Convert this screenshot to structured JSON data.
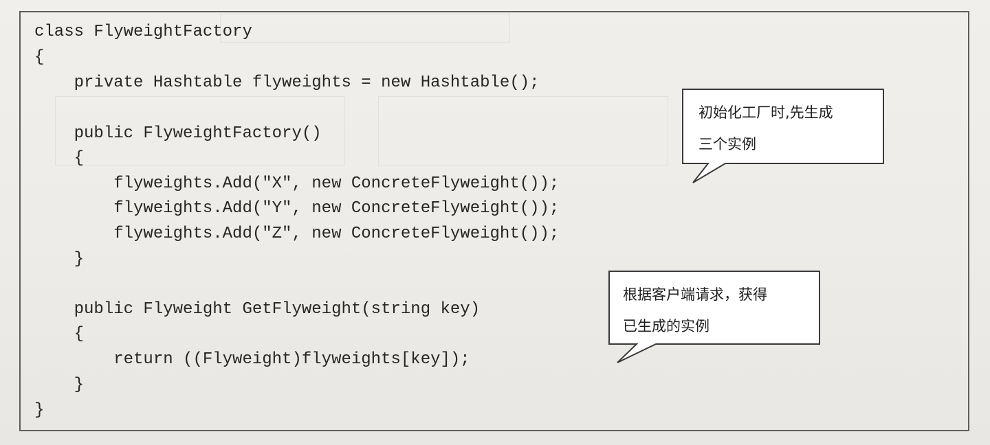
{
  "code": {
    "lines": [
      "class FlyweightFactory",
      "{",
      "    private Hashtable flyweights = new Hashtable();",
      "",
      "    public FlyweightFactory()",
      "    {",
      "        flyweights.Add(\"X\", new ConcreteFlyweight());",
      "        flyweights.Add(\"Y\", new ConcreteFlyweight());",
      "        flyweights.Add(\"Z\", new ConcreteFlyweight());",
      "    }",
      "",
      "    public Flyweight GetFlyweight(string key)",
      "    {",
      "        return ((Flyweight)flyweights[key]);",
      "    }",
      "}"
    ]
  },
  "callouts": [
    {
      "line1": "初始化工厂时,先生成",
      "line2": "三个实例"
    },
    {
      "line1": "根据客户端请求，获得",
      "line2": "已生成的实例"
    }
  ]
}
